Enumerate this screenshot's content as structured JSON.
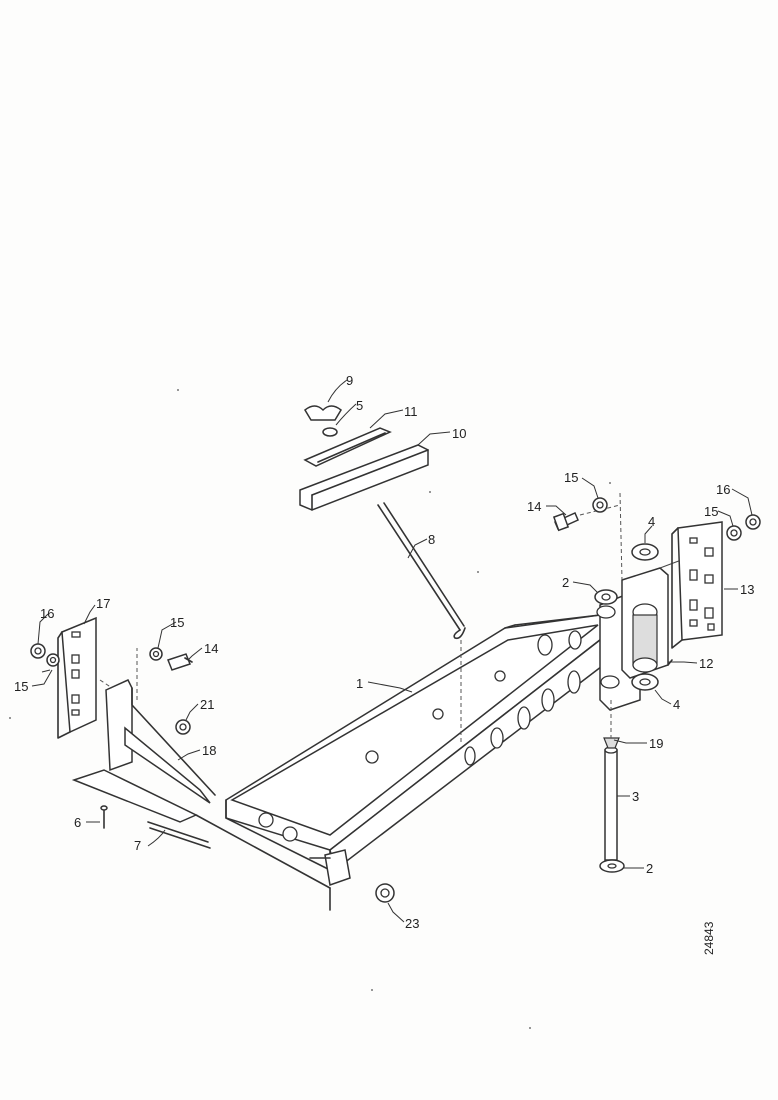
{
  "callouts": [
    {
      "id": "c9",
      "text": "9"
    },
    {
      "id": "c5",
      "text": "5"
    },
    {
      "id": "c11",
      "text": "11"
    },
    {
      "id": "c10",
      "text": "10"
    },
    {
      "id": "c8",
      "text": "8"
    },
    {
      "id": "c15a",
      "text": "15"
    },
    {
      "id": "c14a",
      "text": "14"
    },
    {
      "id": "c4a",
      "text": "4"
    },
    {
      "id": "c16a",
      "text": "16"
    },
    {
      "id": "c15b",
      "text": "15"
    },
    {
      "id": "c2a",
      "text": "2"
    },
    {
      "id": "c13",
      "text": "13"
    },
    {
      "id": "c12",
      "text": "12"
    },
    {
      "id": "c4b",
      "text": "4"
    },
    {
      "id": "c19",
      "text": "19"
    },
    {
      "id": "c3",
      "text": "3"
    },
    {
      "id": "c2b",
      "text": "2"
    },
    {
      "id": "c1",
      "text": "1"
    },
    {
      "id": "c16b",
      "text": "16"
    },
    {
      "id": "c17",
      "text": "17"
    },
    {
      "id": "c15c",
      "text": "15"
    },
    {
      "id": "c14b",
      "text": "14"
    },
    {
      "id": "c15d",
      "text": "15"
    },
    {
      "id": "c21",
      "text": "21"
    },
    {
      "id": "c18",
      "text": "18"
    },
    {
      "id": "c6",
      "text": "6"
    },
    {
      "id": "c7",
      "text": "7"
    },
    {
      "id": "c23",
      "text": "23"
    }
  ],
  "drawing_number": "24843"
}
